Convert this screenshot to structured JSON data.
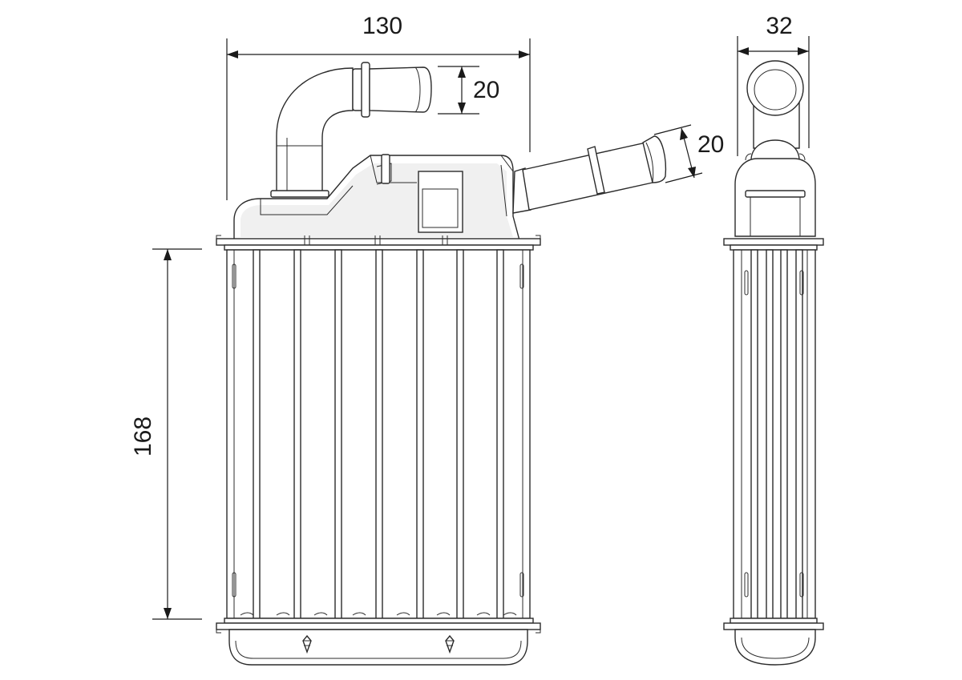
{
  "dimensions": {
    "width": "130",
    "height": "168",
    "depth": "32",
    "pipe_top": "20",
    "pipe_side": "20"
  }
}
